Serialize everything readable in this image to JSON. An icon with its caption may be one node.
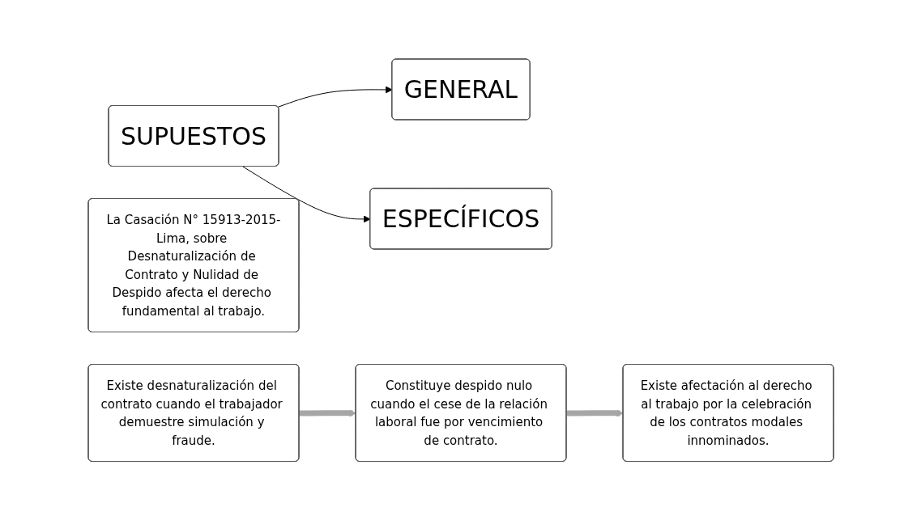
{
  "diagram": {
    "nodes": [
      {
        "text": [
          "SUPUESTOS"
        ]
      },
      {
        "text": [
          "GENERAL"
        ]
      },
      {
        "text": [
          "La Casación N° 15913-2015-Lima, sobre Desnaturalización de Contrato y Nulidad de Despido afecta el derecho fundamental al trabajo."
        ]
      },
      {
        "text": [
          "ESPECÍFICOS"
        ]
      },
      {
        "text": [
          "Existe desnaturalización del contrato cuando el trabajador demuestre simulación y fraude."
        ]
      },
      {
        "text": [
          "Constituye despido nulo cuando el cese de la relación laboral fue por vencimiento de contrato."
        ]
      },
      {
        "text": [
          "Existe afectación al derecho al trabajo por la celebración de los contratos modales innominados."
        ]
      }
    ],
    "edges": [
      {
        "from": 0,
        "to": 1,
        "arrow": "to"
      },
      {
        "from": 0,
        "to": 3,
        "arrow": "to"
      },
      {
        "from": 4,
        "to": 5,
        "arrow": "to",
        "style": "thick",
        "color": "#a6a6a6"
      },
      {
        "from": 5,
        "to": 6,
        "arrow": "to",
        "style": "thick",
        "color": "#a6a6a6"
      }
    ]
  }
}
